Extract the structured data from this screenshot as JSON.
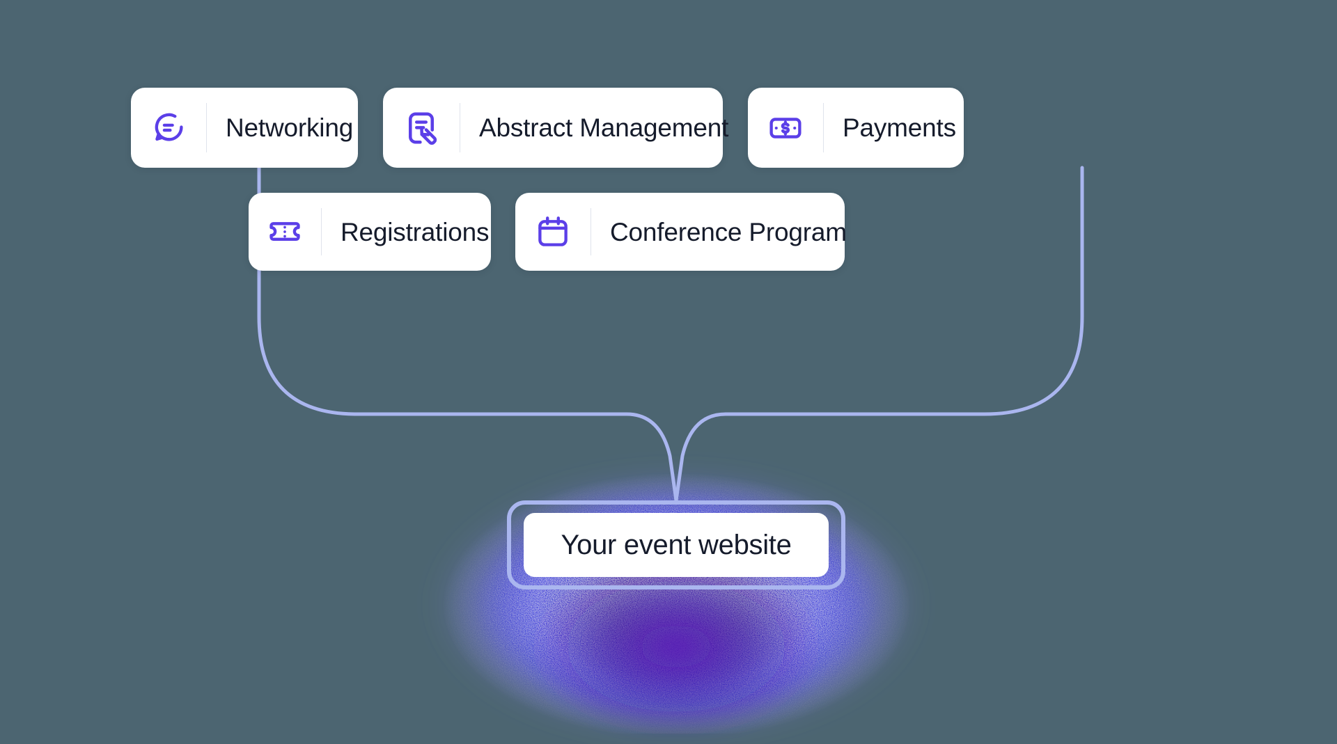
{
  "theme": {
    "background": "#4c6571",
    "card_background": "#ffffff",
    "icon_color": "#5b3fe8",
    "label_color": "#151b2b",
    "connector_color": "#aab6ef",
    "hub_ring_color": "#aab6ef",
    "glow_inner": "#3a1fb0",
    "glow_outer": "#2f2bd6"
  },
  "features": [
    {
      "id": "networking",
      "label": "Networking",
      "icon": "chat-bubble-icon"
    },
    {
      "id": "abstract",
      "label": "Abstract Management",
      "icon": "document-pen-icon"
    },
    {
      "id": "payments",
      "label": "Payments",
      "icon": "banknote-dollar-icon"
    },
    {
      "id": "registrations",
      "label": "Registrations",
      "icon": "ticket-icon"
    },
    {
      "id": "conference",
      "label": "Conference Program",
      "icon": "calendar-icon"
    }
  ],
  "hub": {
    "label": "Your event website"
  }
}
